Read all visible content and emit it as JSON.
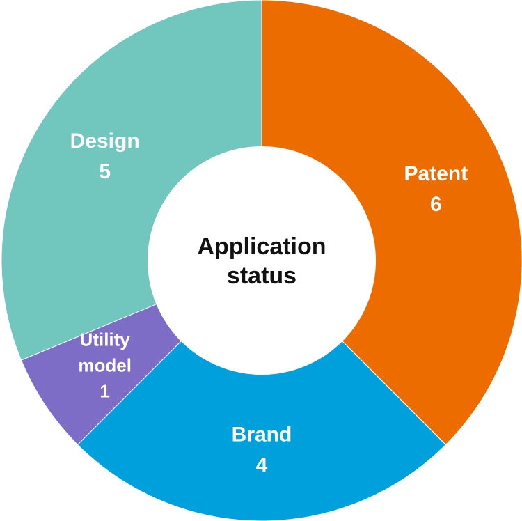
{
  "chart_data": {
    "type": "pie",
    "donut": true,
    "center_label": [
      "Application",
      "status"
    ],
    "slices": [
      {
        "label": [
          "Patent"
        ],
        "value": 6,
        "color": "#EC6C00"
      },
      {
        "label": [
          "Brand"
        ],
        "value": 4,
        "color": "#00A0DD"
      },
      {
        "label": [
          "Utility",
          "model"
        ],
        "value": 1,
        "color": "#7D6DC6"
      },
      {
        "label": [
          "Design"
        ],
        "value": 5,
        "color": "#71C6BE"
      }
    ],
    "start": "top",
    "direction": "clockwise",
    "legend": "none"
  }
}
